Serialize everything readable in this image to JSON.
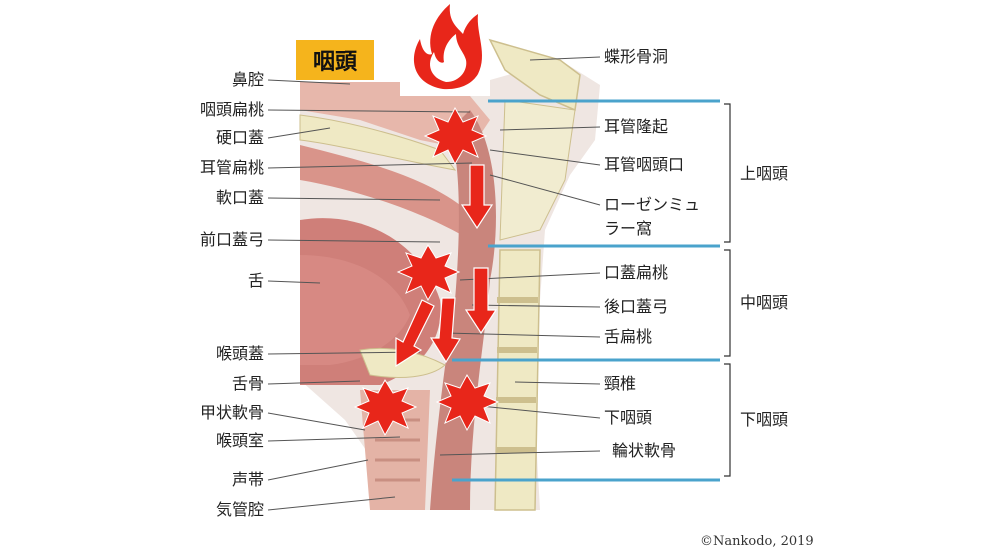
{
  "title": "咽頭",
  "labels_left": [
    "鼻腔",
    "咽頭扁桃",
    "硬口蓋",
    "耳管扁桃",
    "軟口蓋",
    "前口蓋弓",
    "舌",
    "喉頭蓋",
    "舌骨",
    "甲状軟骨",
    "喉頭室",
    "声帯",
    "気管腔"
  ],
  "labels_right": [
    "蝶形骨洞",
    "耳管隆起",
    "耳管咽頭口",
    "ローゼンミュ",
    "ラー窩",
    "口蓋扁桃",
    "後口蓋弓",
    "舌扁桃",
    "頸椎",
    "下咽頭",
    "輪状軟骨"
  ],
  "regions": [
    "上咽頭",
    "中咽頭",
    "下咽頭"
  ],
  "copyright": "©Nankodo, 2019",
  "colors": {
    "badge": "#f5b41c",
    "flame": "#e8261a",
    "arrow": "#e8261a",
    "region_line": "#4aa3cc",
    "tissue": "#d9948a",
    "bone": "#efe9c4"
  },
  "icons": [
    "flame-icon",
    "inflammation-burst-icon",
    "arrow-down-icon"
  ]
}
